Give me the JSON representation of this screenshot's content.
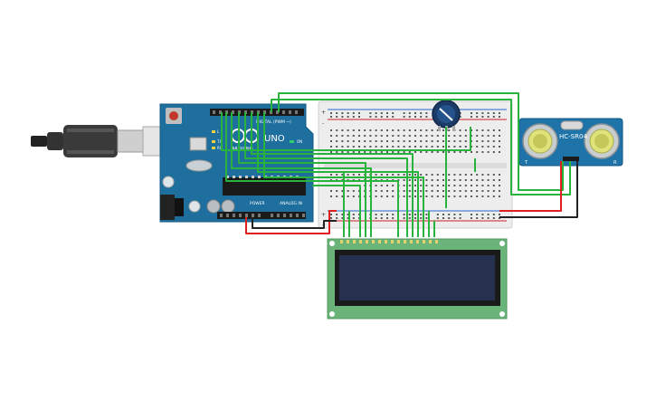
{
  "arduino": {
    "brand": "ARDUINO",
    "model": "UNO",
    "digital_header": "DIGITAL (PWM ~)",
    "power_header": "POWER",
    "analog_header": "ANALOG IN",
    "led_l": "L",
    "led_tx": "TX",
    "led_rx": "RX",
    "on_label": "ON",
    "board_color": "#1e6f9e"
  },
  "sensor": {
    "label": "HC-SR04",
    "left_mark": "T",
    "right_mark": "R",
    "board_color": "#1e73a8"
  },
  "lcd": {
    "board_color": "#6ab47a",
    "screen_color": "#25314f"
  },
  "breadboard": {
    "plus_mark": "+",
    "minus_mark": "-"
  },
  "wire_colors": {
    "signal": "#28b43c",
    "power": "#e02020",
    "ground": "#222222"
  }
}
